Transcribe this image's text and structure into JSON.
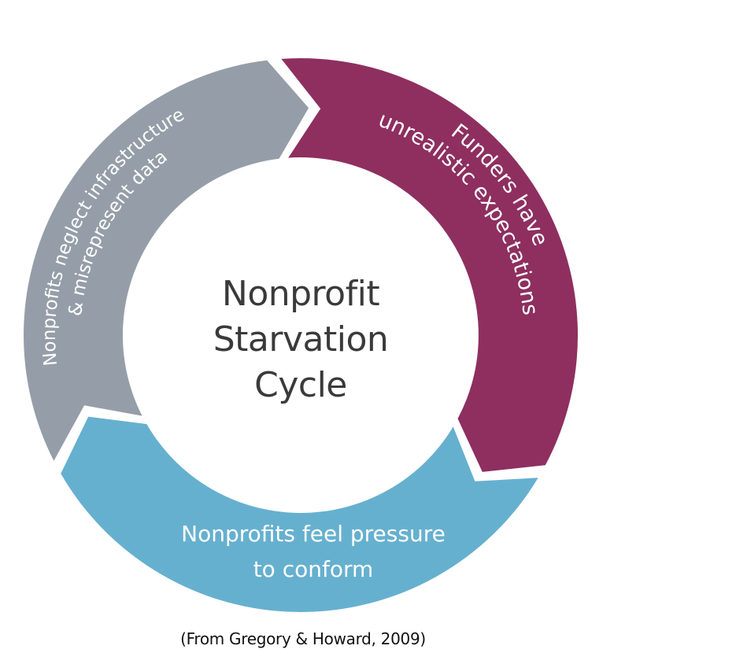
{
  "diagram": {
    "type": "cycle",
    "title_lines": [
      "Nonprofit",
      "Starvation",
      "Cycle"
    ],
    "citation": "(From Gregory & Howard, 2009)",
    "segments": [
      {
        "id": "funders",
        "lines": [
          "Funders have",
          "unrealistic expectations"
        ],
        "color": "#8e2f60"
      },
      {
        "id": "pressure",
        "lines": [
          "Nonprofits feel pressure",
          "to conform"
        ],
        "color": "#66b0cf"
      },
      {
        "id": "neglect",
        "lines": [
          "Nonprofits neglect infrastructure",
          "& misrepresent data"
        ],
        "color": "#959ea8"
      }
    ]
  }
}
